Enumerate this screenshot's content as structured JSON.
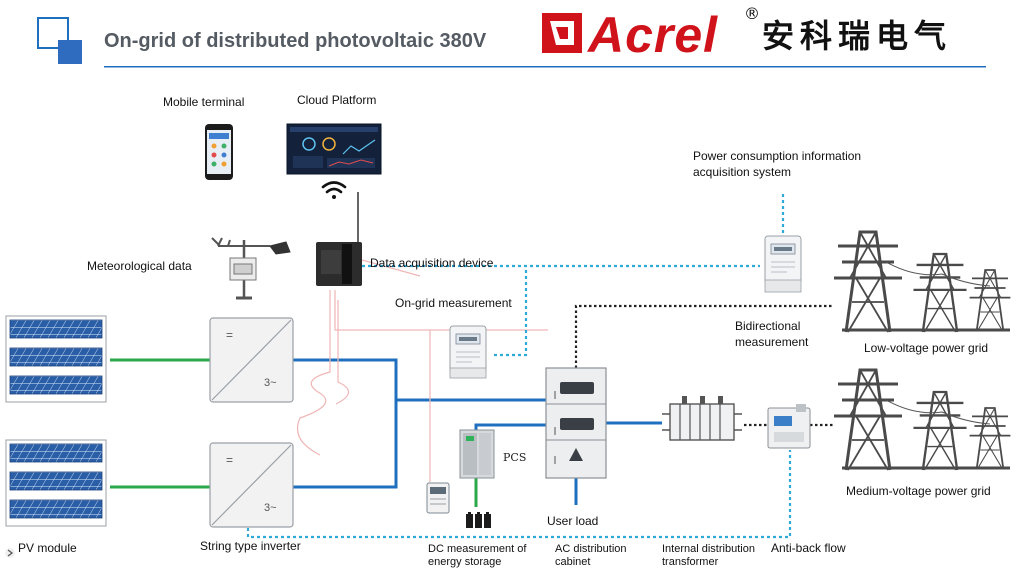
{
  "header": {
    "title": "On-grid of distributed photovoltaic 380V",
    "logo_text": "Acrel",
    "logo_registered": "®",
    "logo_cn": "安科瑞电气"
  },
  "labels": {
    "mobile_terminal": "Mobile terminal",
    "cloud_platform": "Cloud Platform",
    "meteorological_data": "Meteorological data",
    "data_acquisition_device": "Data acquisition device",
    "on_grid_measurement": "On-grid measurement",
    "power_consumption_line1": "Power consumption information",
    "power_consumption_line2": "acquisition system",
    "bidirectional_line1": "Bidirectional",
    "bidirectional_line2": "measurement",
    "low_voltage_grid": "Low-voltage power grid",
    "medium_voltage_grid": "Medium-voltage power grid",
    "pv_module": "PV module",
    "string_inverter": "String type inverter",
    "pcs": "PCS",
    "user_load": "User load",
    "dc_storage_line1": "DC measurement of",
    "dc_storage_line2": "energy storage",
    "ac_cabinet_line1": "AC distribution",
    "ac_cabinet_line2": "cabinet",
    "transformer_line1": "Internal distribution",
    "transformer_line2": "transformer",
    "anti_back_flow": "Anti-back flow",
    "inverter_ac_symbol": "3~",
    "inverter_dc_symbol": "="
  },
  "colors": {
    "accent_blue": "#1f6fbf",
    "logo_red": "#d0121b",
    "pv_green": "#2aa84a",
    "dotted_blue": "#2fa9d8",
    "signal_pink": "#f0b6b6"
  }
}
